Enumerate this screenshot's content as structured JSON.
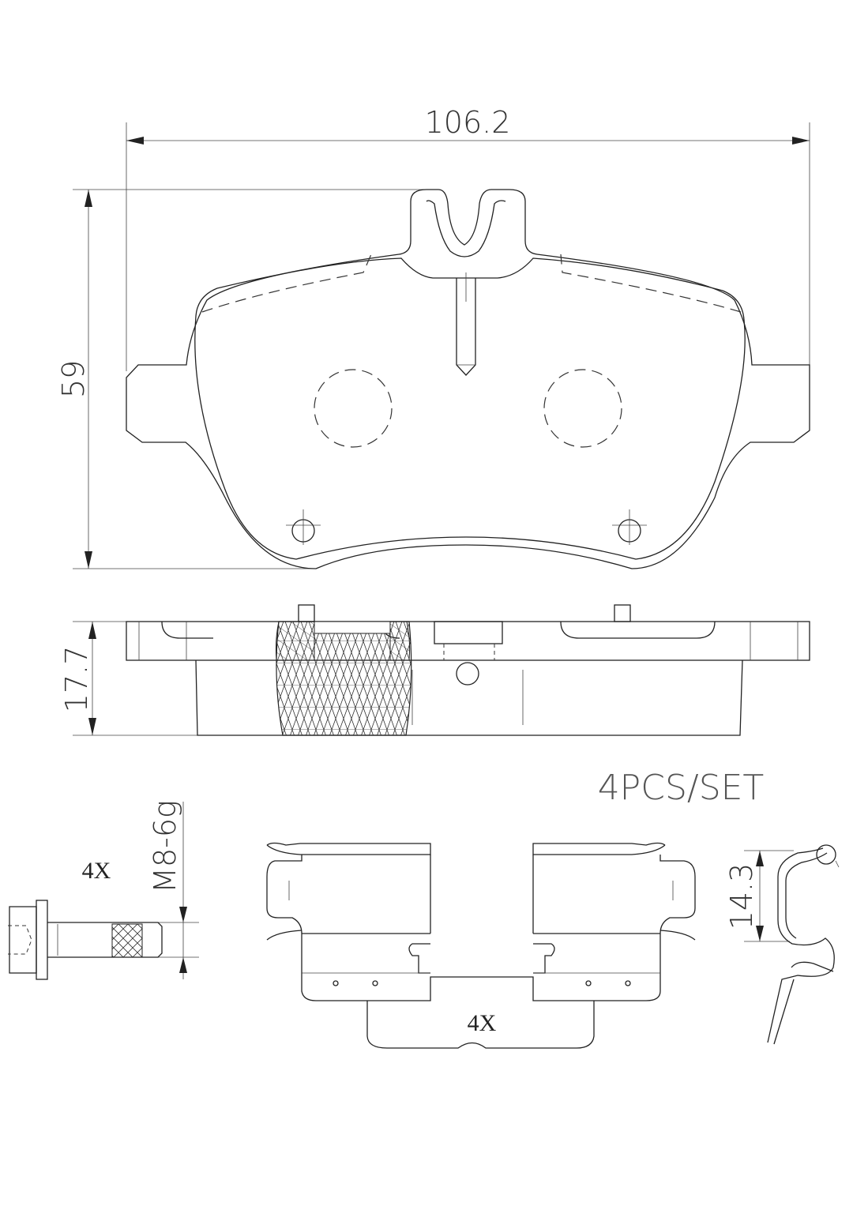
{
  "dimensions": {
    "width": "106.2",
    "height": "59",
    "thickness": "17.7",
    "thread": "M8-6g",
    "clip_height": "14.3"
  },
  "labels": {
    "set": "4PCS/SET",
    "bolt_qty": "4X",
    "clip_qty": "4X"
  }
}
